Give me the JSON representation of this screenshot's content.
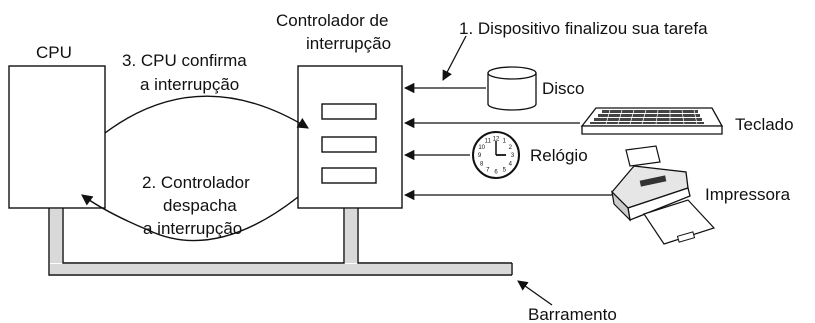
{
  "labels": {
    "cpu": "CPU",
    "controller_line1": "Controlador de",
    "controller_line2": "interrupção",
    "step1": "1. Dispositivo finalizou sua tarefa",
    "step3_line1": "3. CPU confirma",
    "step3_line2": "a interrupção",
    "step2_line1": "2. Controlador",
    "step2_line2": "despacha",
    "step2_line3": "a interrupção",
    "disk": "Disco",
    "keyboard": "Teclado",
    "clock": "Relógio",
    "printer": "Impressora",
    "bus": "Barramento"
  },
  "clock_face": {
    "numbers": [
      "12",
      "1",
      "2",
      "3",
      "4",
      "5",
      "6",
      "7",
      "8",
      "9",
      "10",
      "11"
    ]
  }
}
